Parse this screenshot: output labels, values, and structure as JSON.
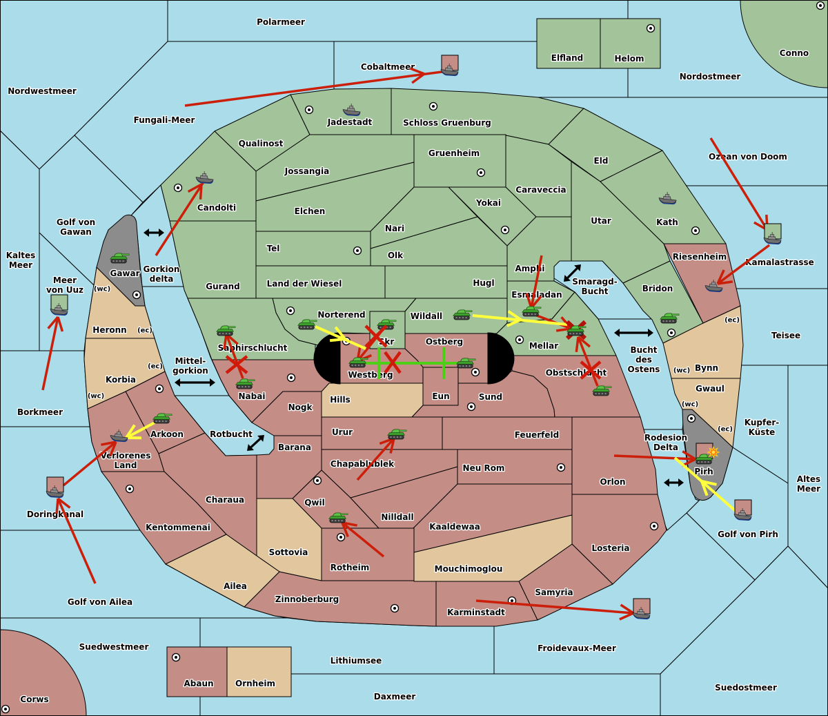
{
  "palette": {
    "sea": "#aadcea",
    "green": "#a3c49a",
    "pink": "#c48d86",
    "tan": "#e2c69e",
    "gray": "#8c8c8c",
    "border": "#000000",
    "move_order": "#cc1f0a",
    "support_order": "#ffff3c",
    "hold_support_order": "#4ccf16",
    "failure_mark": "#d11a0a",
    "connector": "#000000",
    "impassable": "#000000"
  },
  "sea_regions": [
    {
      "name": "Nordwestmeer",
      "label_lines": [
        "Nordwestmeer"
      ]
    },
    {
      "name": "Polarmeer",
      "label_lines": [
        "Polarmeer"
      ]
    },
    {
      "name": "Cobaltmeer",
      "label_lines": [
        "Cobaltmeer"
      ]
    },
    {
      "name": "Fungali-Meer",
      "label_lines": [
        "Fungali-Meer"
      ]
    },
    {
      "name": "Nordostmeer",
      "label_lines": [
        "Nordostmeer"
      ]
    },
    {
      "name": "Ozean von Doom",
      "label_lines": [
        "Ozean von Doom"
      ]
    },
    {
      "name": "Kamalastrasse",
      "label_lines": [
        "Kamalastrasse"
      ]
    },
    {
      "name": "Teisee",
      "label_lines": [
        "Teisee"
      ]
    },
    {
      "name": "Kupfer-Küste",
      "label_lines": [
        "Kupfer-",
        "Küste"
      ]
    },
    {
      "name": "Altes Meer",
      "label_lines": [
        "Altes",
        "Meer"
      ]
    },
    {
      "name": "Golf von Pirh",
      "label_lines": [
        "Golf von Pirh"
      ]
    },
    {
      "name": "Suedostmeer",
      "label_lines": [
        "Suedostmeer"
      ]
    },
    {
      "name": "Froidevaux-Meer",
      "label_lines": [
        "Froidevaux-Meer"
      ]
    },
    {
      "name": "Rodesion Delta",
      "label_lines": [
        "Rodesion",
        "Delta"
      ]
    },
    {
      "name": "Bucht des Ostens",
      "label_lines": [
        "Bucht",
        "des",
        "Ostens"
      ]
    },
    {
      "name": "Smaragd-Bucht",
      "label_lines": [
        "Smaragd-",
        "Bucht"
      ]
    },
    {
      "name": "Gorkion delta",
      "label_lines": [
        "Gorkion",
        "delta"
      ]
    },
    {
      "name": "Mittel-gorkion",
      "label_lines": [
        "Mittel-",
        "gorkion"
      ]
    },
    {
      "name": "Rotbucht",
      "label_lines": [
        "Rotbucht"
      ]
    },
    {
      "name": "Golf von Gawan",
      "label_lines": [
        "Golf von",
        "Gawan"
      ]
    },
    {
      "name": "Kaltes Meer",
      "label_lines": [
        "Kaltes",
        "Meer"
      ]
    },
    {
      "name": "Meer von Uuz",
      "label_lines": [
        "Meer",
        "von Uuz"
      ]
    },
    {
      "name": "Borkmeer",
      "label_lines": [
        "Borkmeer"
      ]
    },
    {
      "name": "Doringkanal",
      "label_lines": [
        "Doringkanal"
      ]
    },
    {
      "name": "Golf von Ailea",
      "label_lines": [
        "Golf von Ailea"
      ]
    },
    {
      "name": "Suedwestmeer",
      "label_lines": [
        "Suedwestmeer"
      ]
    },
    {
      "name": "Lithiumsee",
      "label_lines": [
        "Lithiumsee"
      ]
    },
    {
      "name": "Daxmeer",
      "label_lines": [
        "Daxmeer"
      ]
    }
  ],
  "land_regions": [
    {
      "name": "Elfland",
      "label_lines": [
        "Elfland"
      ],
      "color": "green",
      "supply_center": false
    },
    {
      "name": "Helom",
      "label_lines": [
        "Helom"
      ],
      "color": "green",
      "supply_center": true
    },
    {
      "name": "Conno",
      "label_lines": [
        "Conno"
      ],
      "color": "green",
      "supply_center": true
    },
    {
      "name": "Qualinost",
      "label_lines": [
        "Qualinost"
      ],
      "color": "green",
      "supply_center": false
    },
    {
      "name": "Jadestadt",
      "label_lines": [
        "Jadestadt"
      ],
      "color": "green",
      "supply_center": true
    },
    {
      "name": "Schloss Gruenburg",
      "label_lines": [
        "Schloss Gruenburg"
      ],
      "color": "green",
      "supply_center": true
    },
    {
      "name": "Gruenheim",
      "label_lines": [
        "Gruenheim"
      ],
      "color": "green",
      "supply_center": true
    },
    {
      "name": "Eld",
      "label_lines": [
        "Eld"
      ],
      "color": "green",
      "supply_center": false
    },
    {
      "name": "Caraveccia",
      "label_lines": [
        "Caraveccia"
      ],
      "color": "green",
      "supply_center": false
    },
    {
      "name": "Candolti",
      "label_lines": [
        "Candolti"
      ],
      "color": "green",
      "supply_center": true
    },
    {
      "name": "Jossangia",
      "label_lines": [
        "Jossangia"
      ],
      "color": "green",
      "supply_center": false
    },
    {
      "name": "Elchen",
      "label_lines": [
        "Elchen"
      ],
      "color": "green",
      "supply_center": false
    },
    {
      "name": "Yokai",
      "label_lines": [
        "Yokai"
      ],
      "color": "green",
      "supply_center": true
    },
    {
      "name": "Nari",
      "label_lines": [
        "Nari"
      ],
      "color": "green",
      "supply_center": false
    },
    {
      "name": "Utar",
      "label_lines": [
        "Utar"
      ],
      "color": "green",
      "supply_center": false
    },
    {
      "name": "Kath",
      "label_lines": [
        "Kath"
      ],
      "color": "green",
      "supply_center": true
    },
    {
      "name": "Tel",
      "label_lines": [
        "Tel"
      ],
      "color": "green",
      "supply_center": true
    },
    {
      "name": "Olk",
      "label_lines": [
        "Olk"
      ],
      "color": "green",
      "supply_center": false
    },
    {
      "name": "Amphi",
      "label_lines": [
        "Amphi"
      ],
      "color": "green",
      "supply_center": false
    },
    {
      "name": "Gurand",
      "label_lines": [
        "Gurand"
      ],
      "color": "green",
      "supply_center": false
    },
    {
      "name": "Land der Wiesel",
      "label_lines": [
        "Land der Wiesel"
      ],
      "color": "green",
      "supply_center": false
    },
    {
      "name": "Hugl",
      "label_lines": [
        "Hugl"
      ],
      "color": "green",
      "supply_center": false
    },
    {
      "name": "Bridon",
      "label_lines": [
        "Bridon"
      ],
      "color": "green",
      "supply_center": true
    },
    {
      "name": "Esmaladan",
      "label_lines": [
        "Esmaladan"
      ],
      "color": "green",
      "supply_center": false
    },
    {
      "name": "Norterend",
      "label_lines": [
        "Norterend"
      ],
      "color": "green",
      "supply_center": true
    },
    {
      "name": "Wildall",
      "label_lines": [
        "Wildall"
      ],
      "color": "green",
      "supply_center": false
    },
    {
      "name": "Mellar",
      "label_lines": [
        "Mellar"
      ],
      "color": "green",
      "supply_center": true
    },
    {
      "name": "Saphirschlucht",
      "label_lines": [
        "Saphirschlucht"
      ],
      "color": "green",
      "supply_center": false
    },
    {
      "name": "Skr",
      "label_lines": [
        "Skr"
      ],
      "color": "green",
      "supply_center": false
    },
    {
      "name": "Riesenheim",
      "label_lines": [
        "Riesenheim"
      ],
      "color": "pink",
      "supply_center": false
    },
    {
      "name": "Westberg",
      "label_lines": [
        "Westberg"
      ],
      "color": "pink",
      "supply_center": true
    },
    {
      "name": "Ostberg",
      "label_lines": [
        "Ostberg"
      ],
      "color": "pink",
      "supply_center": true
    },
    {
      "name": "Eun",
      "label_lines": [
        "Eun"
      ],
      "color": "pink",
      "supply_center": false
    },
    {
      "name": "Sund",
      "label_lines": [
        "Sund"
      ],
      "color": "pink",
      "supply_center": true
    },
    {
      "name": "Obstschlucht",
      "label_lines": [
        "Obstschlucht"
      ],
      "color": "pink",
      "supply_center": false
    },
    {
      "name": "Nabai",
      "label_lines": [
        "Nabai"
      ],
      "color": "pink",
      "supply_center": true
    },
    {
      "name": "Nogk",
      "label_lines": [
        "Nogk"
      ],
      "color": "pink",
      "supply_center": false
    },
    {
      "name": "Urur",
      "label_lines": [
        "Urur"
      ],
      "color": "pink",
      "supply_center": false
    },
    {
      "name": "Feuerfeld",
      "label_lines": [
        "Feuerfeld"
      ],
      "color": "pink",
      "supply_center": false
    },
    {
      "name": "Chapablublek",
      "label_lines": [
        "Chapablublek"
      ],
      "color": "pink",
      "supply_center": false
    },
    {
      "name": "Neu Rom",
      "label_lines": [
        "Neu Rom"
      ],
      "color": "pink",
      "supply_center": true
    },
    {
      "name": "Orlon",
      "label_lines": [
        "Orlon"
      ],
      "color": "pink",
      "supply_center": false
    },
    {
      "name": "Barana",
      "label_lines": [
        "Barana"
      ],
      "color": "pink",
      "supply_center": false
    },
    {
      "name": "Qwil",
      "label_lines": [
        "Qwil"
      ],
      "color": "pink",
      "supply_center": true
    },
    {
      "name": "Nilldall",
      "label_lines": [
        "Nilldall"
      ],
      "color": "pink",
      "supply_center": false
    },
    {
      "name": "Kaaldewaa",
      "label_lines": [
        "Kaaldewaa"
      ],
      "color": "pink",
      "supply_center": false
    },
    {
      "name": "Rotheim",
      "label_lines": [
        "Rotheim"
      ],
      "color": "pink",
      "supply_center": true
    },
    {
      "name": "Losteria",
      "label_lines": [
        "Losteria"
      ],
      "color": "pink",
      "supply_center": true
    },
    {
      "name": "Samyria",
      "label_lines": [
        "Samyria"
      ],
      "color": "pink",
      "supply_center": false
    },
    {
      "name": "Karminstadt",
      "label_lines": [
        "Karminstadt"
      ],
      "color": "pink",
      "supply_center": true
    },
    {
      "name": "Zinnoberburg",
      "label_lines": [
        "Zinnoberburg"
      ],
      "color": "pink",
      "supply_center": true
    },
    {
      "name": "Arkoon",
      "label_lines": [
        "Arkoon"
      ],
      "color": "pink",
      "supply_center": true
    },
    {
      "name": "Verlorenes Land",
      "label_lines": [
        "Verlorenes",
        "Land"
      ],
      "color": "pink",
      "supply_center": false
    },
    {
      "name": "Charaua",
      "label_lines": [
        "Charaua"
      ],
      "color": "pink",
      "supply_center": false
    },
    {
      "name": "Kentommenai",
      "label_lines": [
        "Kentommenai"
      ],
      "color": "pink",
      "supply_center": true
    },
    {
      "name": "Abaun",
      "label_lines": [
        "Abaun"
      ],
      "color": "pink",
      "supply_center": true
    },
    {
      "name": "Corws",
      "label_lines": [
        "Corws"
      ],
      "color": "pink",
      "supply_center": true
    },
    {
      "name": "Heronn",
      "label_lines": [
        "Heronn"
      ],
      "color": "tan",
      "supply_center": false
    },
    {
      "name": "Korbia",
      "label_lines": [
        "Korbia"
      ],
      "color": "tan",
      "supply_center": false
    },
    {
      "name": "Bynn",
      "label_lines": [
        "Bynn"
      ],
      "color": "tan",
      "supply_center": false
    },
    {
      "name": "Gwaul",
      "label_lines": [
        "Gwaul"
      ],
      "color": "tan",
      "supply_center": false
    },
    {
      "name": "Hills",
      "label_lines": [
        "Hills"
      ],
      "color": "tan",
      "supply_center": false
    },
    {
      "name": "Sottovia",
      "label_lines": [
        "Sottovia"
      ],
      "color": "tan",
      "supply_center": false
    },
    {
      "name": "Ailea",
      "label_lines": [
        "Ailea"
      ],
      "color": "tan",
      "supply_center": false
    },
    {
      "name": "Mouchimoglou",
      "label_lines": [
        "Mouchimoglou"
      ],
      "color": "tan",
      "supply_center": false
    },
    {
      "name": "Ornheim",
      "label_lines": [
        "Ornheim"
      ],
      "color": "tan",
      "supply_center": false
    },
    {
      "name": "Gawar",
      "label_lines": [
        "Gawar"
      ],
      "color": "gray",
      "supply_center": true
    },
    {
      "name": "Pirh",
      "label_lines": [
        "Pirh"
      ],
      "color": "gray",
      "supply_center": true
    }
  ],
  "coast_markers": [
    {
      "region": "Heronn",
      "label": "(wc)"
    },
    {
      "region": "Heronn",
      "label": "(ec)"
    },
    {
      "region": "Korbia",
      "label": "(ec)"
    },
    {
      "region": "Korbia",
      "label": "(wc)"
    },
    {
      "region": "Bynn",
      "label": "(ec)"
    },
    {
      "region": "Bynn",
      "label": "(wc)"
    },
    {
      "region": "Gwaul",
      "label": "(wc)"
    },
    {
      "region": "Gwaul",
      "label": "(ec)"
    }
  ],
  "channel_crossings": [
    {
      "sea": "Gorkion delta"
    },
    {
      "sea": "Mittel-gorkion"
    },
    {
      "sea": "Rotbucht"
    },
    {
      "sea": "Smaragd-Bucht"
    },
    {
      "sea": "Bucht des Ostens"
    },
    {
      "sea": "Rodesion Delta"
    }
  ],
  "units": [
    {
      "type": "fleet",
      "location": "Jadestadt",
      "marker": null
    },
    {
      "type": "fleet",
      "location": "Cobaltmeer",
      "marker": "pink"
    },
    {
      "type": "fleet",
      "location": "Candolti",
      "marker": null
    },
    {
      "type": "fleet",
      "location": "Kath",
      "marker": null
    },
    {
      "type": "fleet",
      "location": "Kamalastrasse",
      "marker": "green"
    },
    {
      "type": "fleet",
      "location": "Riesenheim",
      "marker": null
    },
    {
      "type": "fleet",
      "location": "Meer von Uuz",
      "marker": "green"
    },
    {
      "type": "fleet",
      "location": "Verlorenes Land",
      "marker": null
    },
    {
      "type": "fleet",
      "location": "Doringkanal",
      "marker": "pink"
    },
    {
      "type": "fleet",
      "location": "Golf von Pirh",
      "marker": "pink"
    },
    {
      "type": "fleet",
      "location": "Froidevaux-Meer",
      "marker": "pink"
    },
    {
      "type": "army",
      "location": "Gawar",
      "marker": null
    },
    {
      "type": "army",
      "location": "Saphirschlucht",
      "marker": null
    },
    {
      "type": "army",
      "location": "Nabai",
      "marker": null
    },
    {
      "type": "army",
      "location": "Norterend",
      "marker": null
    },
    {
      "type": "army",
      "location": "Skr",
      "marker": null
    },
    {
      "type": "army",
      "location": "Westberg",
      "marker": null
    },
    {
      "type": "army",
      "location": "Ostberg",
      "marker": null
    },
    {
      "type": "army",
      "location": "Wildall",
      "marker": null
    },
    {
      "type": "army",
      "location": "Esmaladan",
      "marker": null
    },
    {
      "type": "army",
      "location": "Mellar",
      "marker": null
    },
    {
      "type": "army",
      "location": "Obstschlucht",
      "marker": null
    },
    {
      "type": "army",
      "location": "Bridon",
      "marker": null
    },
    {
      "type": "army",
      "location": "Arkoon",
      "marker": null
    },
    {
      "type": "army",
      "location": "Urur",
      "marker": null
    },
    {
      "type": "army",
      "location": "Qwil",
      "marker": null
    },
    {
      "type": "army",
      "location": "Pirh",
      "marker": "pink"
    }
  ],
  "orders": [
    {
      "kind": "move",
      "from": "Fungali-Meer",
      "to": "Cobaltmeer"
    },
    {
      "kind": "move",
      "from": "Gorkion delta",
      "to": "Candolti"
    },
    {
      "kind": "move",
      "from": "Ozean von Doom",
      "to": "Kamalastrasse"
    },
    {
      "kind": "move",
      "from": "Kamalastrasse",
      "to": "Riesenheim"
    },
    {
      "kind": "move",
      "from": "Borkmeer",
      "to": "Meer von Uuz"
    },
    {
      "kind": "move",
      "from": "Doringkanal",
      "to": "Verlorenes Land"
    },
    {
      "kind": "move",
      "from": "Golf von Ailea",
      "to": "Doringkanal"
    },
    {
      "kind": "move",
      "from": "Nabai",
      "to": "Saphirschlucht",
      "result": "failed"
    },
    {
      "kind": "move",
      "from": "Skr",
      "to": "Westberg",
      "result": "failed"
    },
    {
      "kind": "move",
      "from": "Amphi",
      "to": "Esmaladan"
    },
    {
      "kind": "move",
      "from": "Esmaladan",
      "to": "Mellar"
    },
    {
      "kind": "move",
      "from": "Obstschlucht",
      "to": "Mellar",
      "result": "failed"
    },
    {
      "kind": "move",
      "from": "Chapablublek",
      "to": "Urur"
    },
    {
      "kind": "move",
      "from": "Rotheim",
      "to": "Qwil"
    },
    {
      "kind": "move",
      "from": "Karminstadt",
      "to": "Froidevaux-Meer"
    },
    {
      "kind": "move",
      "from": "Orlon",
      "to": "Pirh"
    },
    {
      "kind": "support",
      "from": "Norterend",
      "to": "Westberg"
    },
    {
      "kind": "support",
      "from": "Wildall",
      "to": "Mellar"
    },
    {
      "kind": "support",
      "from": "Arkoon",
      "to": "Verlorenes Land"
    },
    {
      "kind": "support",
      "from": "Golf von Pirh",
      "to": "Pirh"
    },
    {
      "kind": "hold_support",
      "from": "Ostberg",
      "to": "Westberg",
      "result": "cut"
    }
  ],
  "status_markers": [
    {
      "type": "dislodged",
      "location": "Mellar"
    },
    {
      "type": "battle",
      "location": "Pirh"
    }
  ]
}
